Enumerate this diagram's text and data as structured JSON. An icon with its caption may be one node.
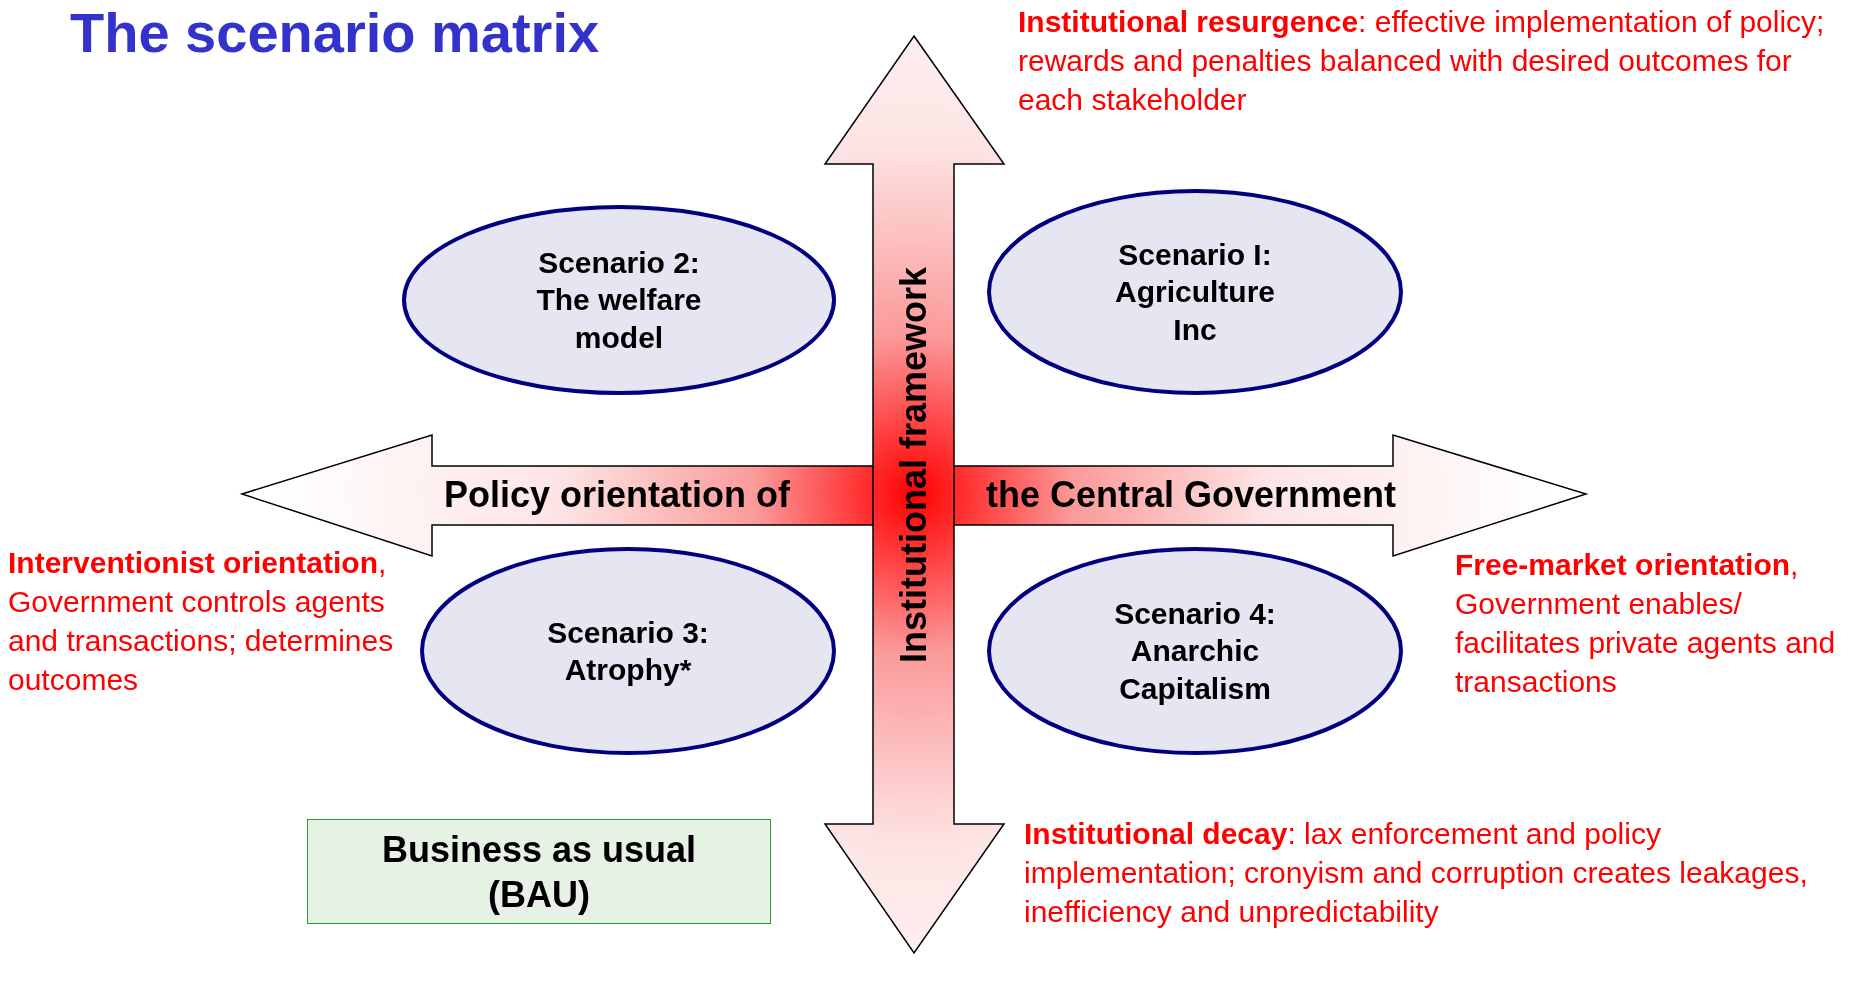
{
  "diagram": {
    "title": "The scenario matrix",
    "nodes": [
      {
        "text": [
          "Scenario 2: The welfare model"
        ]
      },
      {
        "text": [
          "Scenario I: Agriculture Inc"
        ]
      },
      {
        "text": [
          "Scenario 3: Atrophy*"
        ]
      },
      {
        "text": [
          "Scenario 4: Anarchic Capitalism"
        ]
      },
      {
        "text": [
          "Business as usual (BAU)"
        ]
      }
    ],
    "labels": [
      "**Institutional resurgence**: effective implementation of policy; rewards and penalties balanced with desired outcomes for each stakeholder",
      "Institutional framework",
      "Policy orientation of",
      "the Central Government",
      "**Interventionist orientation**, Government controls agents and transactions;  determines outcomes",
      "**Free-market orientation**, Government enables/ facilitates private agents and transactions",
      "**Institutional decay**: lax enforcement and policy implementation; cronyism and corruption creates leakages, inefficiency and unpredictability"
    ]
  }
}
